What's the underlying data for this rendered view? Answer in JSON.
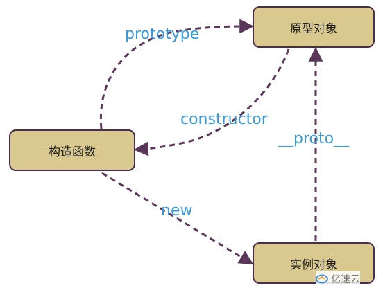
{
  "nodes": {
    "prototype_object": "原型对象",
    "constructor_function": "构造函数",
    "instance_object": "实例对象"
  },
  "edges": {
    "prototype": "prototype",
    "constructor": "constructor",
    "proto": "__proto__",
    "new": "new"
  },
  "watermark": {
    "text": "亿速云"
  },
  "colors": {
    "node_fill": "#d9c98f",
    "node_border": "#4a2e4f",
    "arrow": "#5a3658",
    "label": "#3a9ad9"
  }
}
